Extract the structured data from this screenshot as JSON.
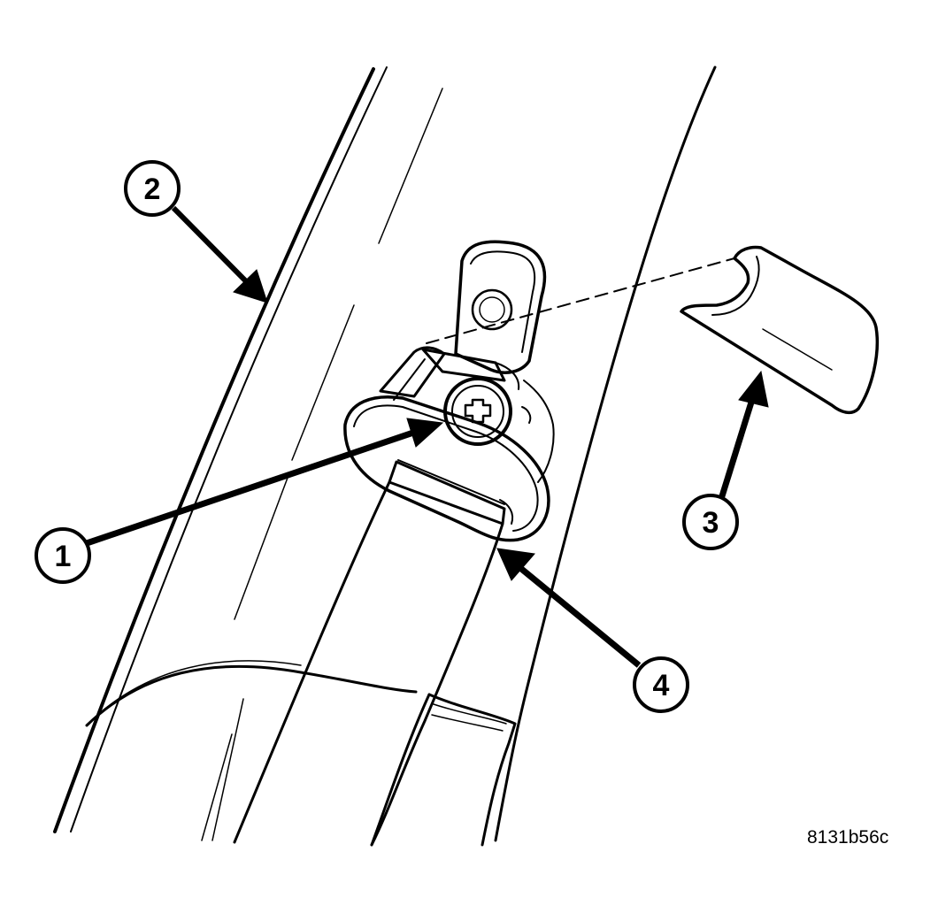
{
  "figure": {
    "code": "8131b56c",
    "colors": {
      "ink": "#000000",
      "paper": "#ffffff"
    }
  },
  "callouts": [
    {
      "id": "1",
      "label": "1"
    },
    {
      "id": "2",
      "label": "2"
    },
    {
      "id": "3",
      "label": "3"
    },
    {
      "id": "4",
      "label": "4"
    }
  ]
}
